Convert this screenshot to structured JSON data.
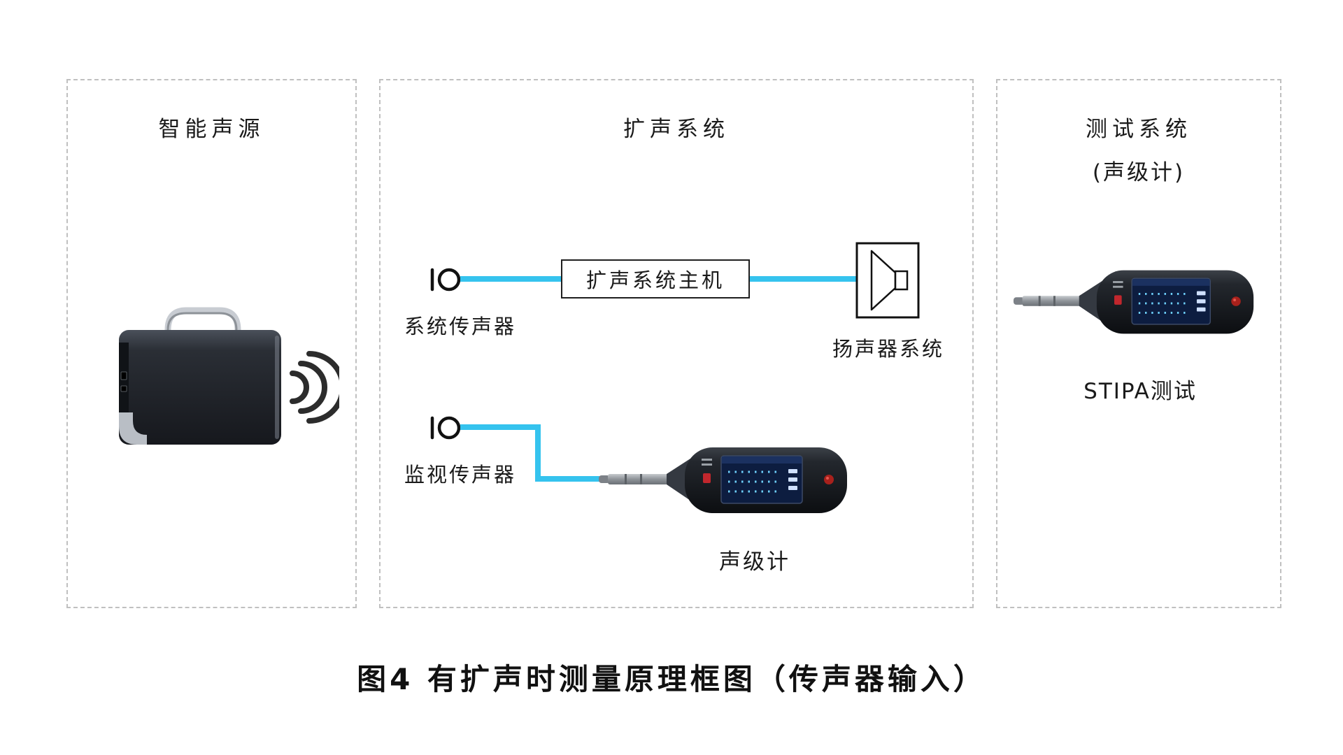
{
  "diagram": {
    "caption": "图4 有扩声时测量原理框图（传声器输入）",
    "colors": {
      "line": "#35c3ee",
      "panel_border": "#c0c0c0",
      "text": "#1a1a1a"
    },
    "panels": {
      "source": {
        "title": "智能声源"
      },
      "pa": {
        "title": "扩声系统",
        "system_mic_label": "系统传声器",
        "host_label": "扩声系统主机",
        "speaker_label": "扬声器系统",
        "monitor_mic_label": "监视传声器",
        "meter_label": "声级计"
      },
      "test": {
        "title": "测试系统",
        "subtitle": "(声级计)",
        "device_label": "STIPA测试"
      }
    }
  }
}
